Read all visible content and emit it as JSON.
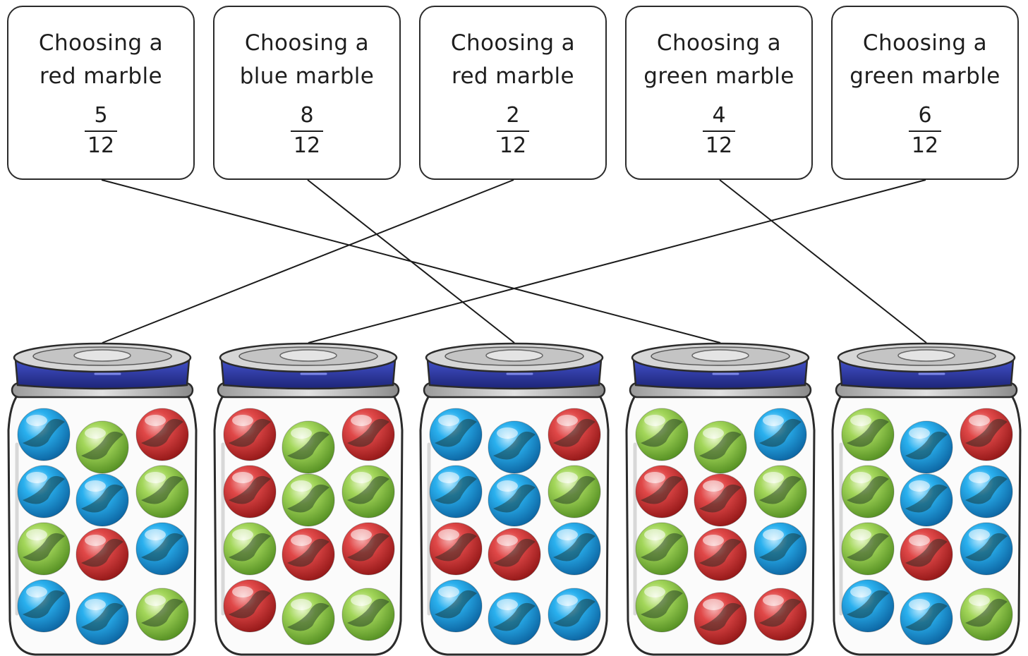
{
  "cards": [
    {
      "line1": "Choosing a",
      "line2": "red marble",
      "numerator": "5",
      "denominator": "12"
    },
    {
      "line1": "Choosing a",
      "line2": "blue marble",
      "numerator": "8",
      "denominator": "12"
    },
    {
      "line1": "Choosing a",
      "line2": "red marble",
      "numerator": "2",
      "denominator": "12"
    },
    {
      "line1": "Choosing a",
      "line2": "green marble",
      "numerator": "4",
      "denominator": "12"
    },
    {
      "line1": "Choosing a",
      "line2": "green marble",
      "numerator": "6",
      "denominator": "12"
    }
  ],
  "jars": [
    {
      "marbles": [
        "blue",
        "green",
        "red",
        "blue",
        "blue",
        "green",
        "green",
        "red",
        "blue",
        "blue",
        "blue",
        "green"
      ]
    },
    {
      "marbles": [
        "red",
        "green",
        "red",
        "red",
        "green",
        "green",
        "green",
        "red",
        "red",
        "red",
        "green",
        "green"
      ]
    },
    {
      "marbles": [
        "blue",
        "blue",
        "red",
        "blue",
        "blue",
        "green",
        "red",
        "red",
        "blue",
        "blue",
        "blue",
        "blue"
      ]
    },
    {
      "marbles": [
        "green",
        "green",
        "blue",
        "red",
        "red",
        "green",
        "green",
        "red",
        "blue",
        "green",
        "red",
        "red"
      ]
    },
    {
      "marbles": [
        "green",
        "blue",
        "red",
        "green",
        "blue",
        "blue",
        "green",
        "red",
        "blue",
        "blue",
        "blue",
        "green"
      ]
    }
  ],
  "connections": [
    {
      "card": 0,
      "jar": 3
    },
    {
      "card": 1,
      "jar": 2
    },
    {
      "card": 2,
      "jar": 0
    },
    {
      "card": 3,
      "jar": 4
    },
    {
      "card": 4,
      "jar": 1
    }
  ],
  "colors": {
    "red": "#cc2a2a",
    "blue": "#1f9fe0",
    "green": "#8cc63f",
    "lid": "#2b36a6",
    "outline": "#2b2b2b"
  }
}
